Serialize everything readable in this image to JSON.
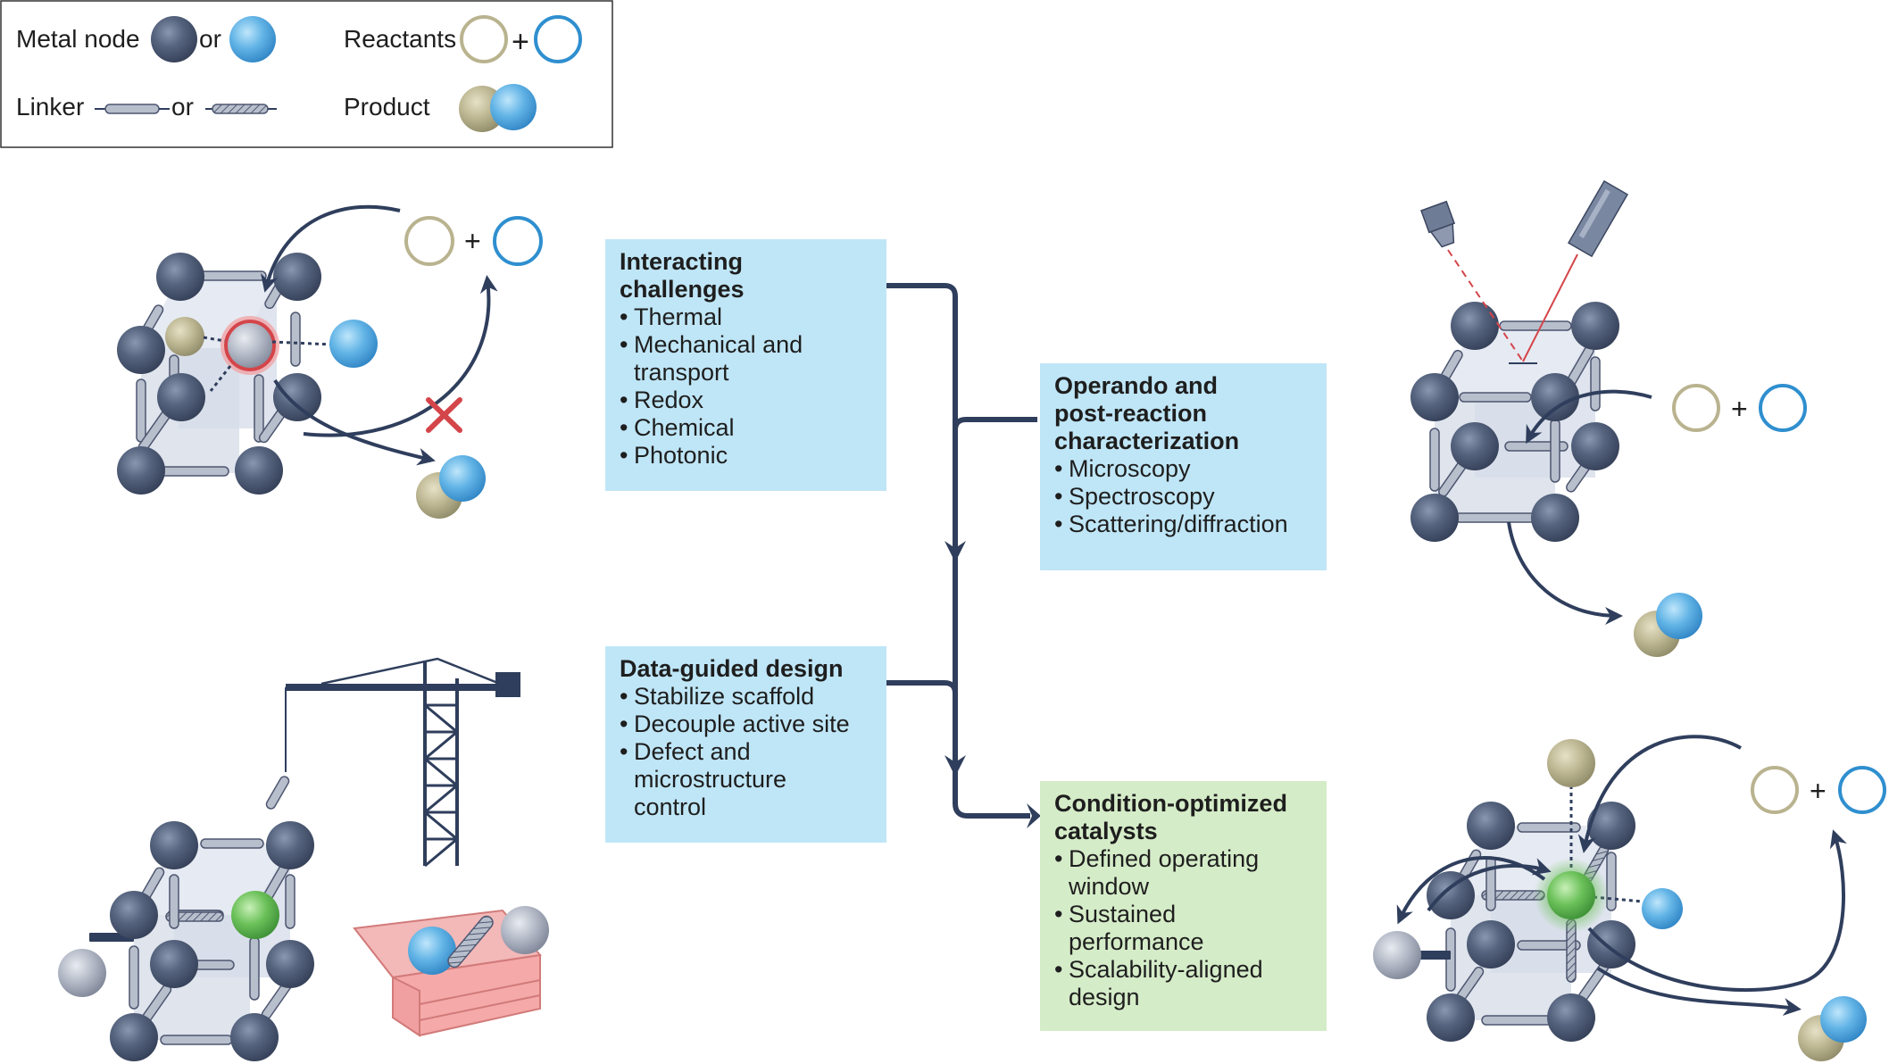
{
  "legend": {
    "metal_node_label": "Metal node",
    "or_1": "or",
    "reactants_label": "Reactants",
    "plus": "+",
    "linker_label": "Linker",
    "or_2": "or",
    "product_label": "Product"
  },
  "boxes": {
    "challenges": {
      "title": "Interacting challenges",
      "items": [
        "Thermal",
        "Mechanical and transport",
        "Redox",
        "Chemical",
        "Photonic"
      ]
    },
    "characterization": {
      "title": "Operando and post-reaction characterization",
      "items": [
        "Microscopy",
        "Spectroscopy",
        "Scattering/diffraction"
      ]
    },
    "design": {
      "title": "Data-guided design",
      "items": [
        "Stabilize scaffold",
        "Decouple active site",
        "Defect and microstructure control"
      ]
    },
    "optimized": {
      "title": "Condition-optimized catalysts",
      "items": [
        "Defined operating window",
        "Sustained performance",
        "Scalability-aligned design"
      ]
    }
  },
  "plus_signs": {
    "top_left": "+",
    "top_right": "+",
    "bottom_right": "+"
  },
  "colors": {
    "node_dark": "#4d5b78",
    "node_light": "#5aaee0",
    "reactant_tan": "#b9b38f",
    "reactant_blue": "#2f8fcf",
    "product_tan": "#bfb995",
    "active_green": "#6cc15a",
    "box_blue": "#bfe6f7",
    "box_green": "#d5ecc8",
    "arrow_navy": "#2f3e5c",
    "block_red": "#d4454a",
    "toolbox_pink": "#f5a9a9"
  },
  "icons": [
    "metal-node-icon",
    "linker-icon",
    "reactant-icon",
    "product-icon",
    "crane-icon",
    "toolbox-icon",
    "microscope-probe-icon",
    "laser-source-icon",
    "block-cross-icon"
  ]
}
